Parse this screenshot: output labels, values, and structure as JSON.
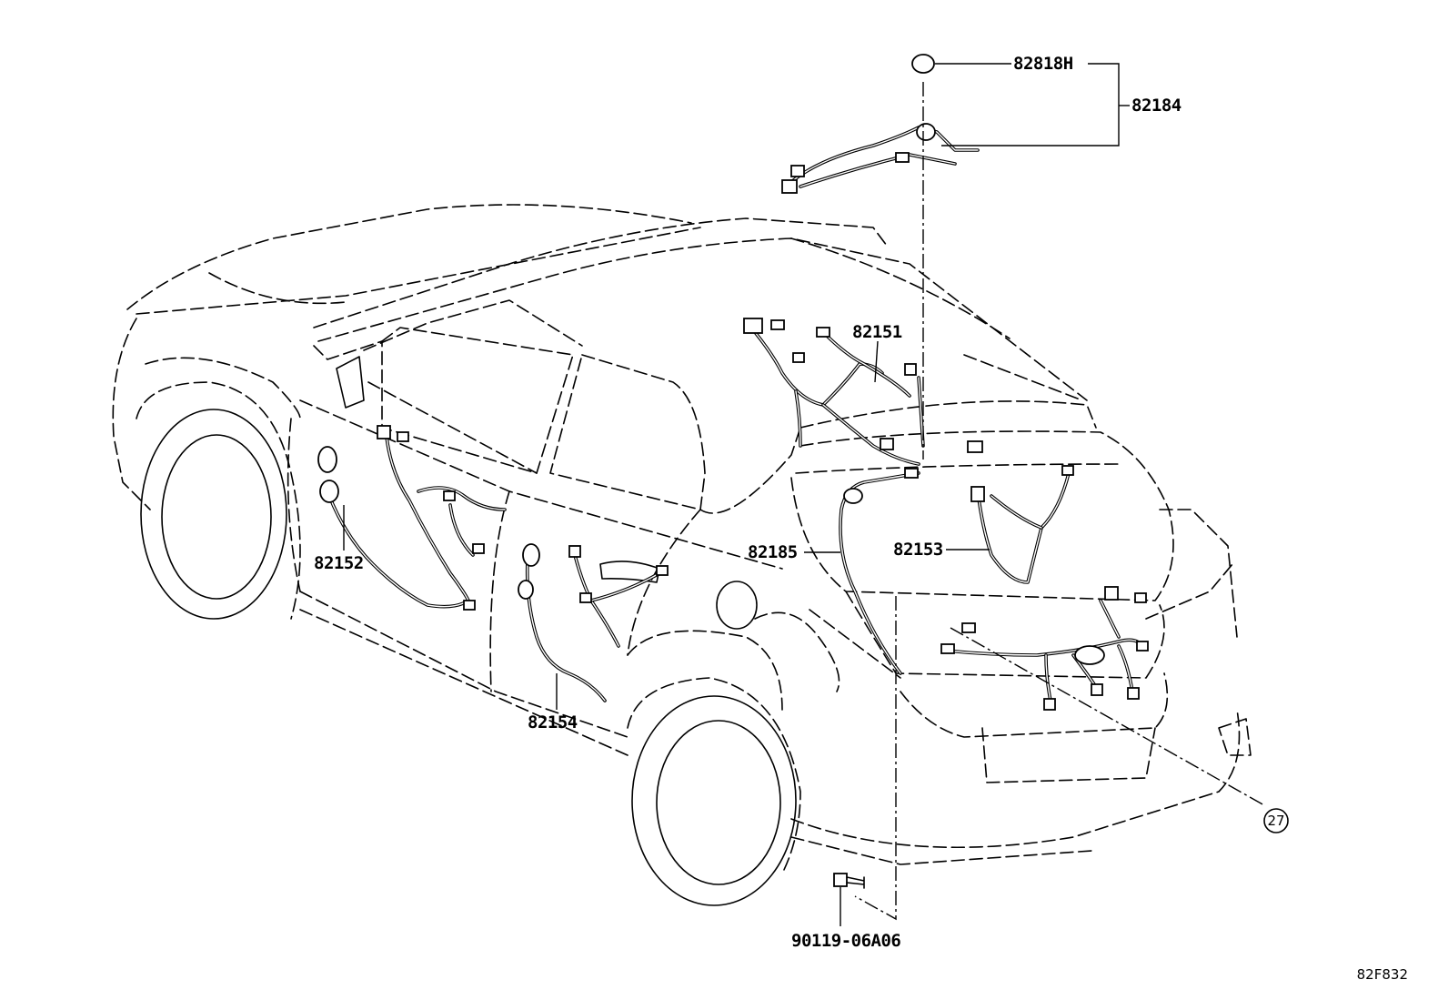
{
  "diagram": {
    "parts": {
      "p82818h": "82818H",
      "p82184": "82184",
      "p82151": "82151",
      "p82152": "82152",
      "p82153": "82153",
      "p82154": "82154",
      "p82185": "82185",
      "p90119": "90119-06A06"
    },
    "reference_number": "27",
    "figure_code": "82F832"
  }
}
